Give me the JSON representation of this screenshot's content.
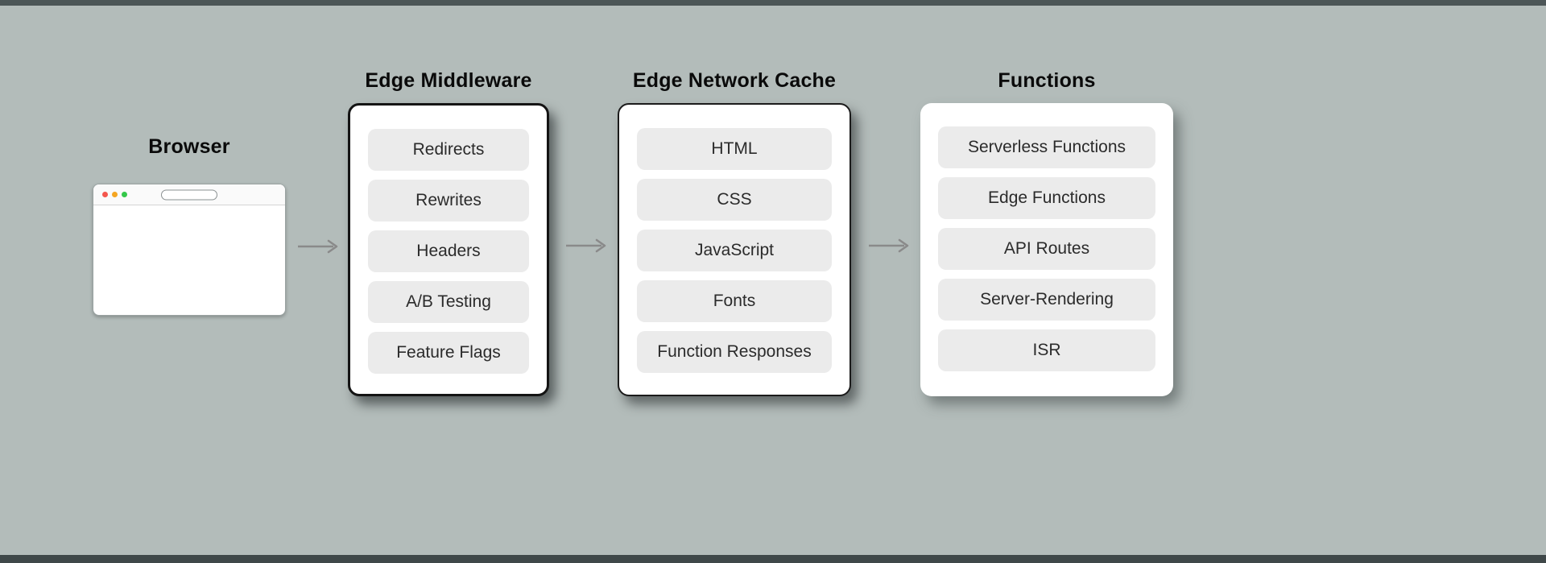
{
  "diagram": {
    "browser": {
      "label": "Browser"
    },
    "columns": [
      {
        "title": "Edge Middleware",
        "items": [
          "Redirects",
          "Rewrites",
          "Headers",
          "A/B Testing",
          "Feature Flags"
        ]
      },
      {
        "title": "Edge Network Cache",
        "items": [
          "HTML",
          "CSS",
          "JavaScript",
          "Fonts",
          "Function Responses"
        ]
      },
      {
        "title": "Functions",
        "items": [
          "Serverless Functions",
          "Edge Functions",
          "API Routes",
          "Server-Rendering",
          "ISR"
        ]
      }
    ]
  },
  "icons": {
    "arrow": "right-arrow",
    "traffic_lights": [
      "close",
      "minimize",
      "zoom"
    ]
  },
  "colors": {
    "page_background": "#b3bcba",
    "edge_strip_top": "#4c5657",
    "edge_strip_bottom": "#3f4849",
    "card_background": "#ffffff",
    "card_border": "#141414",
    "item_background": "#ebebeb",
    "item_text": "#2b2b2b",
    "title_text": "#0a0a0a",
    "arrow": "#8a8a8a",
    "traffic_light_red": "#f4574e",
    "traffic_light_yellow": "#f5a623",
    "traffic_light_green": "#35c84a"
  }
}
